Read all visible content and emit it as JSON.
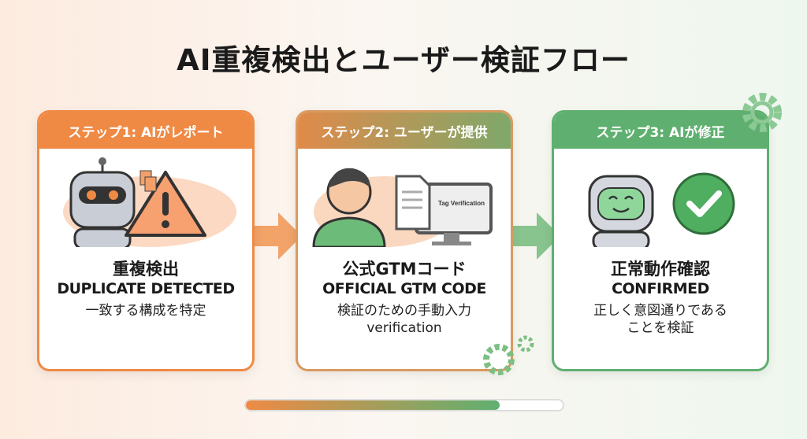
{
  "title": "AI重複検出とユーザー検証フロー",
  "steps": [
    {
      "header": "ステップ1: AIがレポート",
      "title_ja": "重複検出",
      "title_en": "DUPLICATE DETECTED",
      "desc": "一致する構成を特定"
    },
    {
      "header": "ステップ2: ユーザーが提供",
      "title_ja": "公式GTMコード",
      "title_en": "OFFICIAL GTM CODE",
      "desc": "検証のための手動入力",
      "desc2": "verification",
      "screen_label": "Tag Verification"
    },
    {
      "header": "ステップ3: AIが修正",
      "title_ja": "正常動作確認",
      "title_en": "CONFIRMED",
      "desc": "正しく意図通りである",
      "desc2": "ことを検証"
    }
  ],
  "progress": 0.8,
  "colors": {
    "orange": "#ef8a45",
    "green": "#5fb070"
  }
}
